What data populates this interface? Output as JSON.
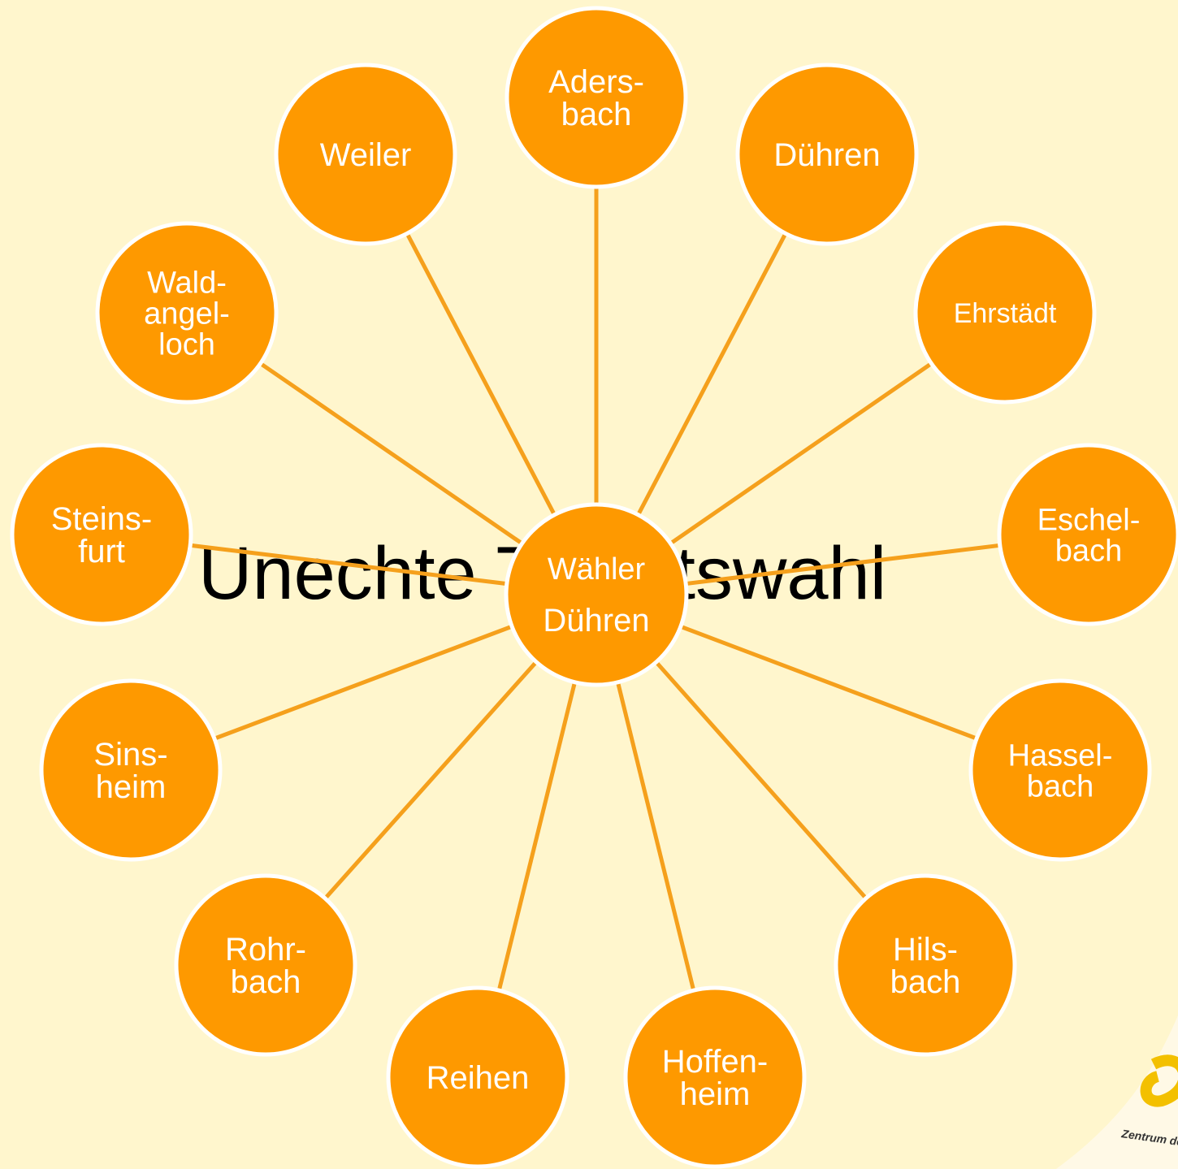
{
  "title": "Unechte Teilortswahl",
  "colors": {
    "background": "#fff6cd",
    "node_fill": "#fe9900",
    "node_stroke": "#ffffff",
    "line": "#f5a01c",
    "logo_swoosh": "#f3c000"
  },
  "hub": {
    "line1": "Wähler",
    "line2": "Dühren"
  },
  "nodes": [
    {
      "id": "adersbach",
      "lines": [
        "Aders-",
        "bach"
      ]
    },
    {
      "id": "duehren",
      "lines": [
        "Dühren"
      ]
    },
    {
      "id": "ehrstaedt",
      "lines": [
        "Ehrstädt"
      ]
    },
    {
      "id": "eschelbach",
      "lines": [
        "Eschel-",
        "bach"
      ]
    },
    {
      "id": "hasselbach",
      "lines": [
        "Hassel-",
        "bach"
      ]
    },
    {
      "id": "hilsbach",
      "lines": [
        "Hils-",
        "bach"
      ]
    },
    {
      "id": "hoffenheim",
      "lines": [
        "Hoffen-",
        "heim"
      ]
    },
    {
      "id": "reihen",
      "lines": [
        "Reihen"
      ]
    },
    {
      "id": "rohrbach",
      "lines": [
        "Rohr-",
        "bach"
      ]
    },
    {
      "id": "sinsheim",
      "lines": [
        "Sins-",
        "heim"
      ]
    },
    {
      "id": "steinsfurt",
      "lines": [
        "Steins-",
        "furt"
      ]
    },
    {
      "id": "waldangelloch",
      "lines": [
        "Wald-",
        "angel-",
        "loch"
      ]
    },
    {
      "id": "weiler",
      "lines": [
        "Weiler"
      ]
    }
  ],
  "logo": {
    "caption": "Zentrum de"
  }
}
